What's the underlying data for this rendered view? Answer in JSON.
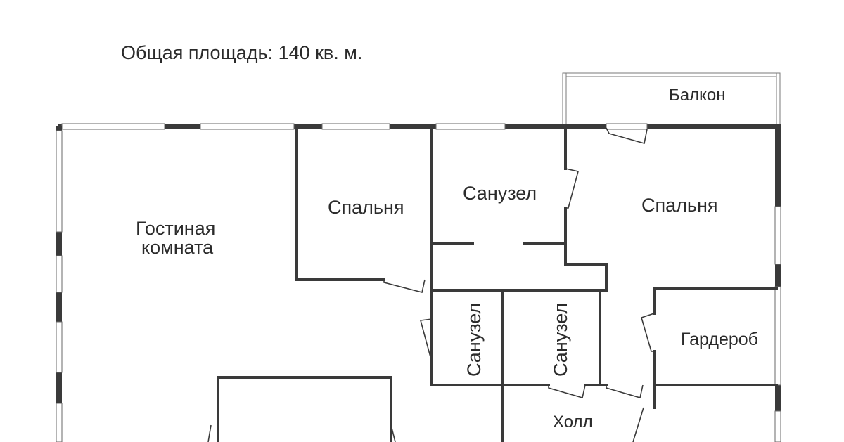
{
  "plan": {
    "total_area": "Общая площадь: 140 кв. м.",
    "rooms": {
      "balcony": "Балкон",
      "bedroom_1": "Спальня",
      "bathroom_top": "Санузел",
      "bedroom_2": "Спальня",
      "living_room_line1": "Гостиная",
      "living_room_line2": "комната",
      "bathroom_left": "Санузел",
      "bathroom_right": "Санузел",
      "wardrobe": "Гардероб",
      "hall": "Холл"
    }
  }
}
